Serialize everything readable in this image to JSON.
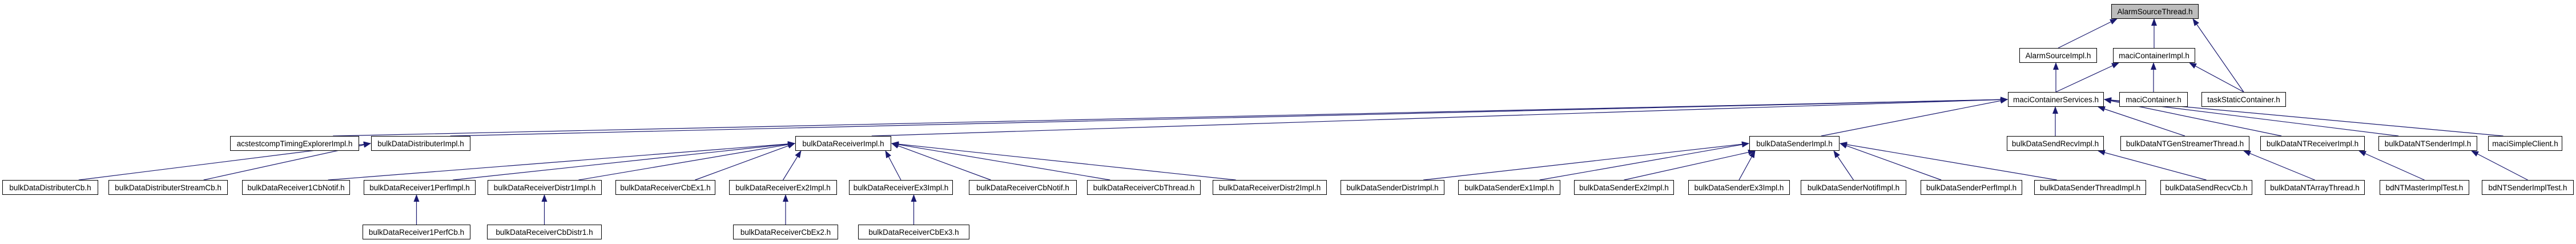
{
  "diagram": {
    "type": "include-dependency-graph",
    "root_label": "AlarmSourceThread.h",
    "colors": {
      "edge": "#1a1a70",
      "root_fill": "#bdbdbd",
      "node_fill": "#ffffff",
      "border": "#000000"
    },
    "nodes": [
      {
        "id": "ast",
        "label": "AlarmSourceThread.h",
        "root": true
      },
      {
        "id": "asi",
        "label": "AlarmSourceImpl.h"
      },
      {
        "id": "mci",
        "label": "maciContainerImpl.h"
      },
      {
        "id": "mcs",
        "label": "maciContainerServices.h"
      },
      {
        "id": "mc",
        "label": "maciContainer.h"
      },
      {
        "id": "tsc",
        "label": "taskStaticContainer.h"
      },
      {
        "id": "acs",
        "label": "acstestcompTimingExplorerImpl.h"
      },
      {
        "id": "bdi",
        "label": "bulkDataDistributerImpl.h"
      },
      {
        "id": "bri",
        "label": "bulkDataReceiverImpl.h"
      },
      {
        "id": "bsi",
        "label": "bulkDataSenderImpl.h"
      },
      {
        "id": "bsri",
        "label": "bulkDataSendRecvImpl.h"
      },
      {
        "id": "ntgst",
        "label": "bulkDataNTGenStreamerThread.h"
      },
      {
        "id": "ntri",
        "label": "bulkDataNTReceiverImpl.h"
      },
      {
        "id": "ntsi",
        "label": "bulkDataNTSenderImpl.h"
      },
      {
        "id": "msc",
        "label": "maciSimpleClient.h"
      },
      {
        "id": "dcb",
        "label": "bulkDataDistributerCb.h"
      },
      {
        "id": "dscb",
        "label": "bulkDataDistributerStreamCb.h"
      },
      {
        "id": "r1cbn",
        "label": "bulkDataReceiver1CbNotif.h"
      },
      {
        "id": "r1pi",
        "label": "bulkDataReceiver1PerfImpl.h"
      },
      {
        "id": "rd1i",
        "label": "bulkDataReceiverDistr1Impl.h"
      },
      {
        "id": "rcbe1",
        "label": "bulkDataReceiverCbEx1.h"
      },
      {
        "id": "re2i",
        "label": "bulkDataReceiverEx2Impl.h"
      },
      {
        "id": "re3i",
        "label": "bulkDataReceiverEx3Impl.h"
      },
      {
        "id": "rcbn",
        "label": "bulkDataReceiverCbNotif.h"
      },
      {
        "id": "rcbt",
        "label": "bulkDataReceiverCbThread.h"
      },
      {
        "id": "rd2i",
        "label": "bulkDataReceiverDistr2Impl.h"
      },
      {
        "id": "sdi",
        "label": "bulkDataSenderDistrImpl.h"
      },
      {
        "id": "se1",
        "label": "bulkDataSenderEx1Impl.h"
      },
      {
        "id": "se2",
        "label": "bulkDataSenderEx2Impl.h"
      },
      {
        "id": "se3",
        "label": "bulkDataSenderEx3Impl.h"
      },
      {
        "id": "snoti",
        "label": "bulkDataSenderNotifImpl.h"
      },
      {
        "id": "sperf",
        "label": "bulkDataSenderPerfImpl.h"
      },
      {
        "id": "sthr",
        "label": "bulkDataSenderThreadImpl.h"
      },
      {
        "id": "srcb",
        "label": "bulkDataSendRecvCb.h"
      },
      {
        "id": "ntat",
        "label": "bulkDataNTArrayThread.h"
      },
      {
        "id": "ntmt",
        "label": "bdNTMasterImplTest.h"
      },
      {
        "id": "ntst",
        "label": "bdNTSenderImplTest.h"
      },
      {
        "id": "r1pcb",
        "label": "bulkDataReceiver1PerfCb.h"
      },
      {
        "id": "rcbd1",
        "label": "bulkDataReceiverCbDistr1.h"
      },
      {
        "id": "rcbe2",
        "label": "bulkDataReceiverCbEx2.h"
      },
      {
        "id": "rcbe3",
        "label": "bulkDataReceiverCbEx3.h"
      }
    ],
    "edges": [
      [
        "asi",
        "ast"
      ],
      [
        "mci",
        "ast"
      ],
      [
        "tsc",
        "ast"
      ],
      [
        "mcs",
        "asi"
      ],
      [
        "mcs",
        "mci"
      ],
      [
        "mc",
        "mci"
      ],
      [
        "tsc",
        "mci"
      ],
      [
        "acs",
        "mcs"
      ],
      [
        "bdi",
        "mcs"
      ],
      [
        "bri",
        "mcs"
      ],
      [
        "bsi",
        "mcs"
      ],
      [
        "bsri",
        "mcs"
      ],
      [
        "ntgst",
        "mcs"
      ],
      [
        "ntri",
        "mcs"
      ],
      [
        "ntsi",
        "mcs"
      ],
      [
        "msc",
        "mcs"
      ],
      [
        "dcb",
        "bdi"
      ],
      [
        "dscb",
        "bdi"
      ],
      [
        "r1cbn",
        "bri"
      ],
      [
        "r1pi",
        "bri"
      ],
      [
        "rd1i",
        "bri"
      ],
      [
        "rcbe1",
        "bri"
      ],
      [
        "re2i",
        "bri"
      ],
      [
        "re3i",
        "bri"
      ],
      [
        "rcbn",
        "bri"
      ],
      [
        "rcbt",
        "bri"
      ],
      [
        "rd2i",
        "bri"
      ],
      [
        "sdi",
        "bsi"
      ],
      [
        "se1",
        "bsi"
      ],
      [
        "se2",
        "bsi"
      ],
      [
        "se3",
        "bsi"
      ],
      [
        "snoti",
        "bsi"
      ],
      [
        "sperf",
        "bsi"
      ],
      [
        "sthr",
        "bsi"
      ],
      [
        "srcb",
        "bsri"
      ],
      [
        "ntat",
        "ntgst"
      ],
      [
        "ntmt",
        "ntri"
      ],
      [
        "ntst",
        "ntsi"
      ],
      [
        "r1pcb",
        "r1pi"
      ],
      [
        "rcbd1",
        "rd1i"
      ],
      [
        "rcbe2",
        "re2i"
      ],
      [
        "rcbe3",
        "re3i"
      ]
    ]
  }
}
